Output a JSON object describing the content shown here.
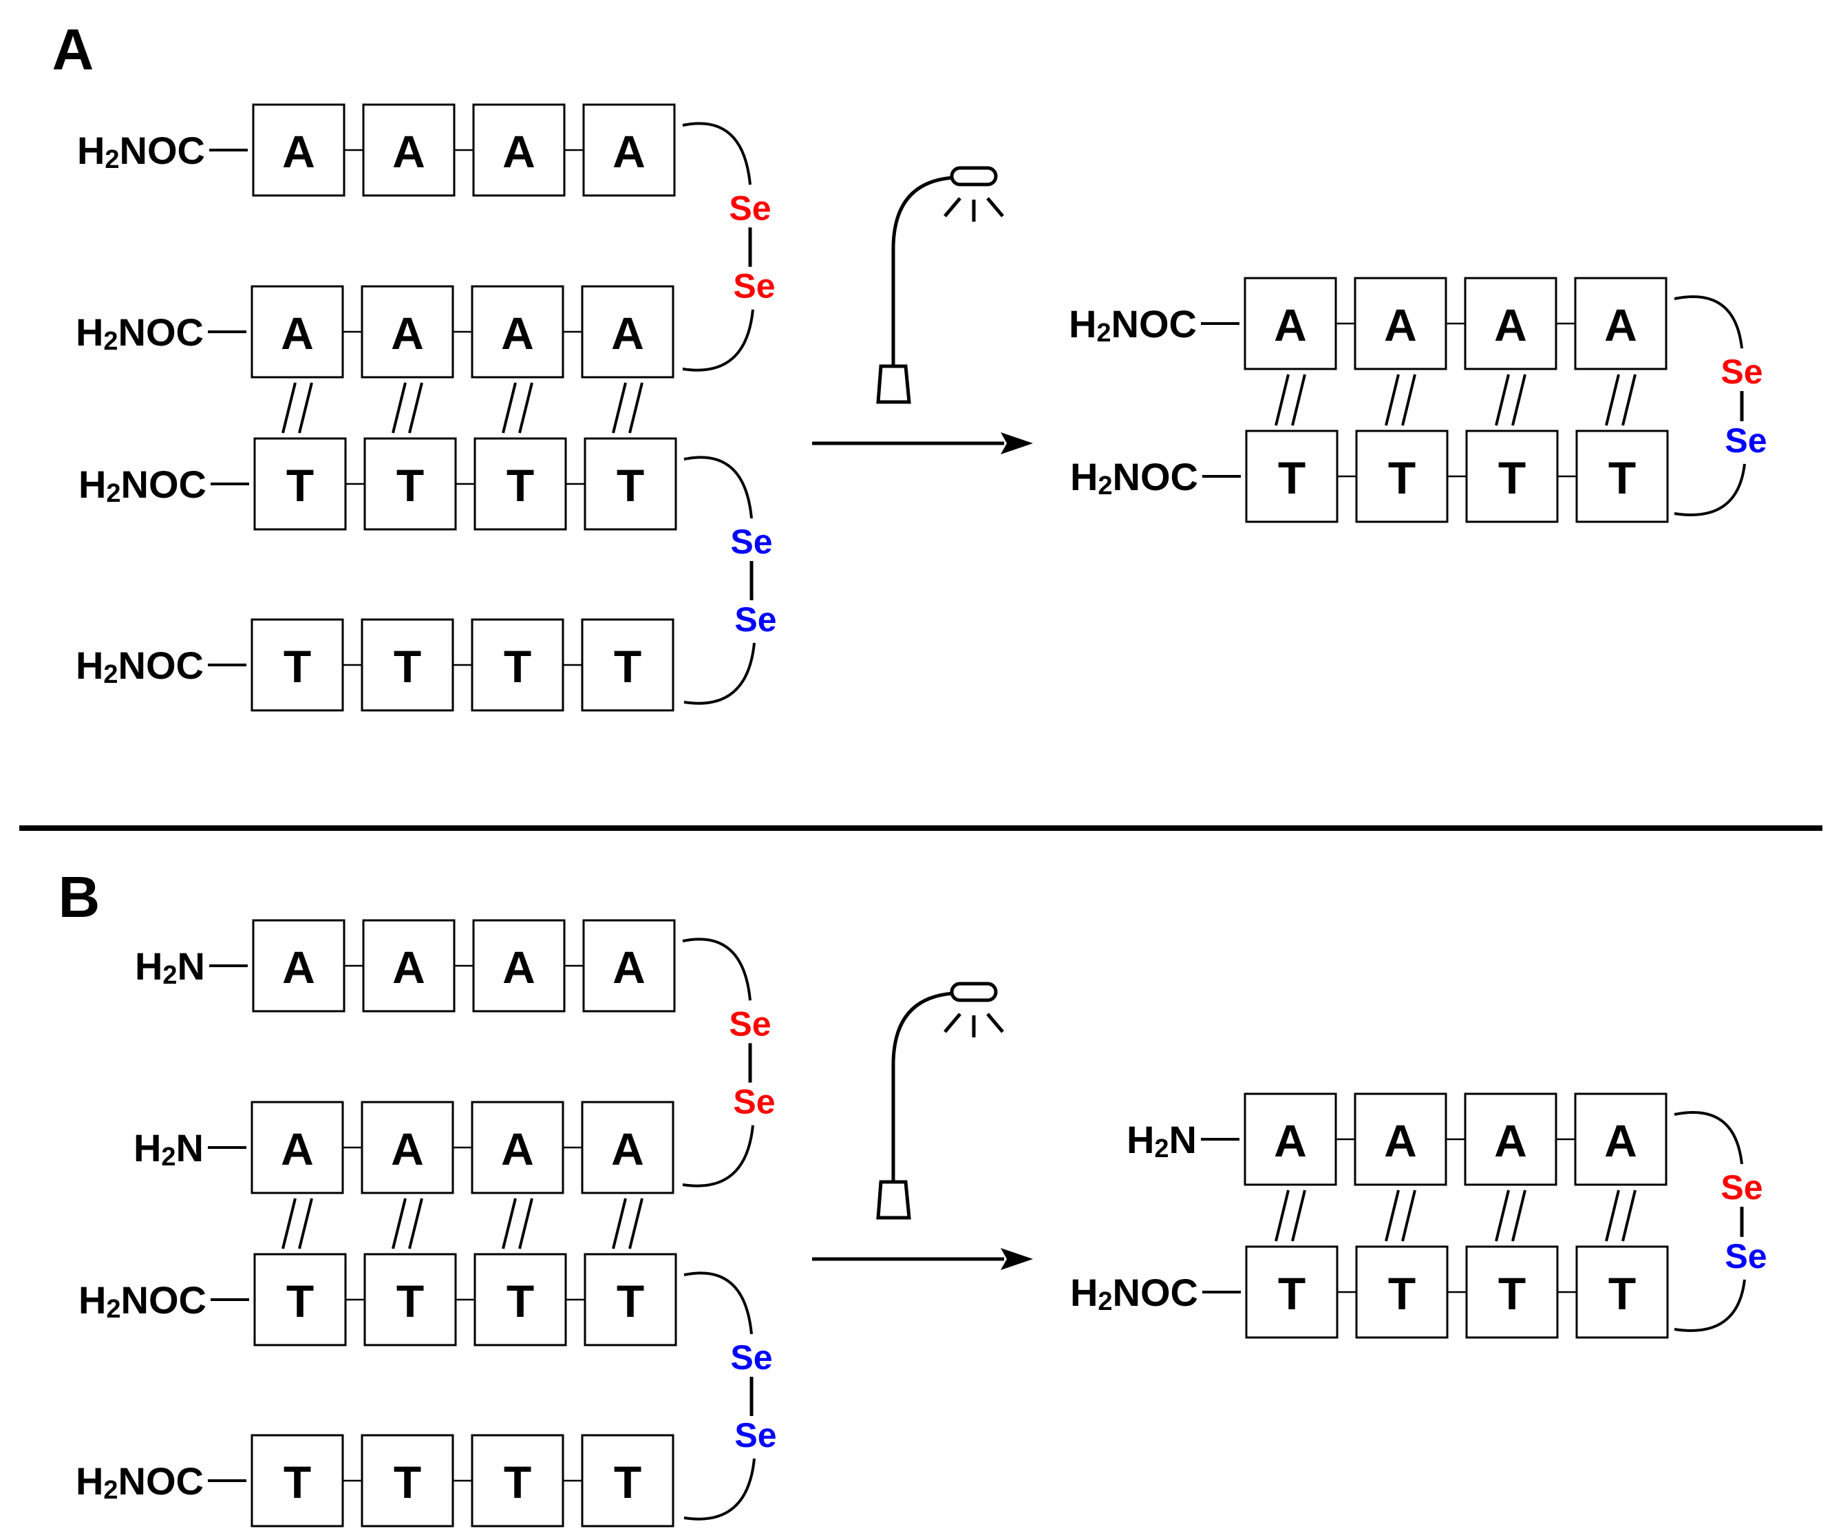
{
  "panels": [
    {
      "label": "A",
      "reactant": {
        "strands": [
          {
            "end": "H2NOC",
            "bases": [
              "A",
              "A",
              "A",
              "A"
            ]
          },
          {
            "end": "H2NOC",
            "bases": [
              "A",
              "A",
              "A",
              "A"
            ]
          },
          {
            "end": "H2NOC",
            "bases": [
              "T",
              "T",
              "T",
              "T"
            ]
          },
          {
            "end": "H2NOC",
            "bases": [
              "T",
              "T",
              "T",
              "T"
            ]
          }
        ],
        "linkers": [
          {
            "atoms": [
              "Se",
              "Se"
            ],
            "color": "#ff0000"
          },
          {
            "atoms": [
              "Se",
              "Se"
            ],
            "color": "#0000ff"
          }
        ]
      },
      "product": {
        "strands": [
          {
            "end": "H2NOC",
            "bases": [
              "A",
              "A",
              "A",
              "A"
            ]
          },
          {
            "end": "H2NOC",
            "bases": [
              "T",
              "T",
              "T",
              "T"
            ]
          }
        ],
        "linker": {
          "atoms": [
            "Se",
            "Se"
          ],
          "colors": [
            "#ff0000",
            "#0000ff"
          ]
        }
      }
    },
    {
      "label": "B",
      "reactant": {
        "strands": [
          {
            "end": "H2N",
            "bases": [
              "A",
              "A",
              "A",
              "A"
            ]
          },
          {
            "end": "H2N",
            "bases": [
              "A",
              "A",
              "A",
              "A"
            ]
          },
          {
            "end": "H2NOC",
            "bases": [
              "T",
              "T",
              "T",
              "T"
            ]
          },
          {
            "end": "H2NOC",
            "bases": [
              "T",
              "T",
              "T",
              "T"
            ]
          }
        ],
        "linkers": [
          {
            "atoms": [
              "Se",
              "Se"
            ],
            "color": "#ff0000"
          },
          {
            "atoms": [
              "Se",
              "Se"
            ],
            "color": "#0000ff"
          }
        ]
      },
      "product": {
        "strands": [
          {
            "end": "H2N",
            "bases": [
              "A",
              "A",
              "A",
              "A"
            ]
          },
          {
            "end": "H2NOC",
            "bases": [
              "T",
              "T",
              "T",
              "T"
            ]
          }
        ],
        "linker": {
          "atoms": [
            "Se",
            "Se"
          ],
          "colors": [
            "#ff0000",
            "#0000ff"
          ]
        }
      }
    }
  ],
  "icons": {
    "light": "lamp-icon",
    "arrow": "reaction-arrow"
  }
}
